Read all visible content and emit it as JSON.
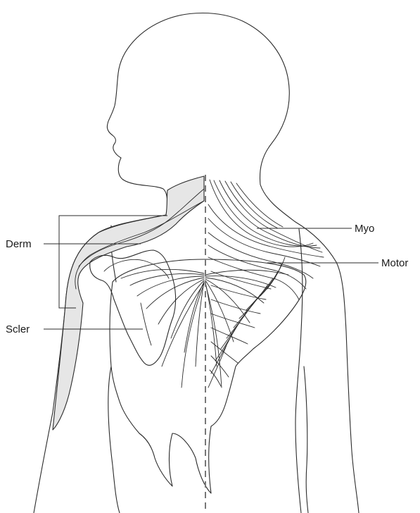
{
  "labels": {
    "derm": "Derm",
    "scler": "Scler",
    "myo": "Myo",
    "motor": "Motor"
  },
  "colors": {
    "outline": "#2b2b2b",
    "dermatome_fill": "#e6e6e6",
    "midline": "#777777",
    "background": "#ffffff"
  }
}
